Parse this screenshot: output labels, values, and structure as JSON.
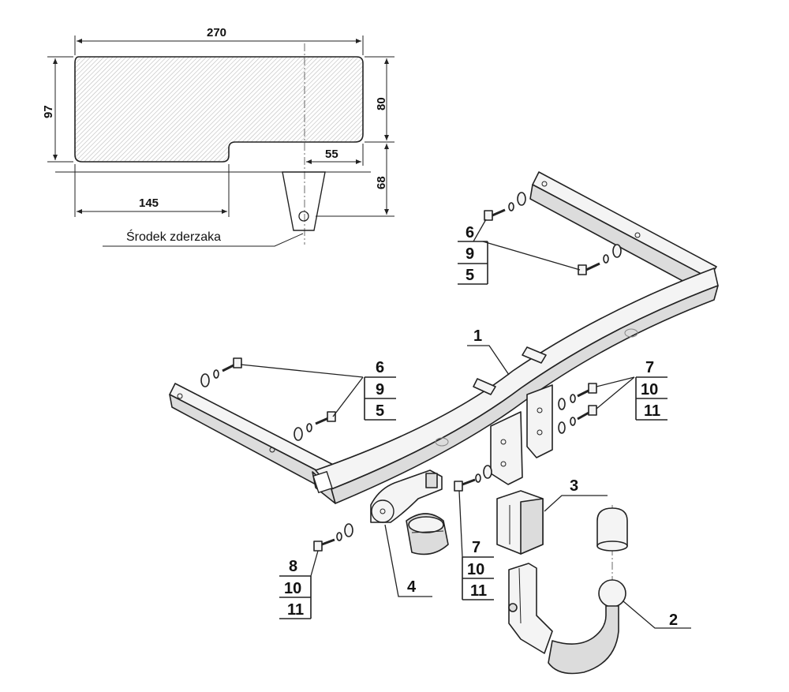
{
  "outline": {
    "dim_width": "270",
    "dim_height": "97",
    "dim_upper": "80",
    "dim_lower": "68",
    "dim_offset": "55",
    "dim_left": "145",
    "caption": "Środek zderzaka"
  },
  "callouts": {
    "bar": "1",
    "ball": "2",
    "socket_holder": "3",
    "socket": "4",
    "top_right": [
      "6",
      "9",
      "5"
    ],
    "left": [
      "6",
      "9",
      "5"
    ],
    "right": [
      "7",
      "10",
      "11"
    ],
    "middle": [
      "7",
      "10",
      "11"
    ],
    "bottom_left": [
      "8",
      "10",
      "11"
    ]
  },
  "colors": {
    "line": "#222222",
    "hatch": "#bbbbbb",
    "fill": "#f4f4f4"
  }
}
